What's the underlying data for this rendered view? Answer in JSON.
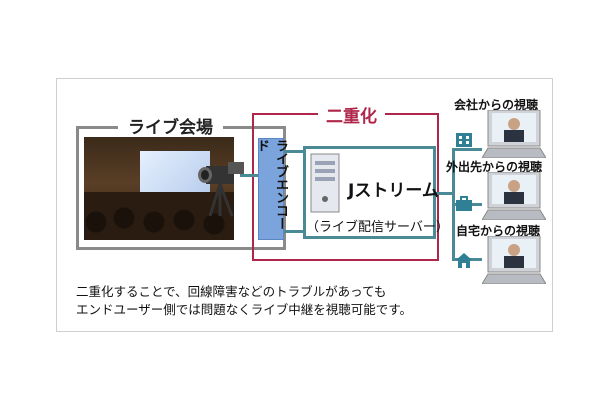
{
  "venue": {
    "title": "ライブ会場"
  },
  "redundancy": {
    "title": "二重化"
  },
  "encoder": {
    "label": "ライブエンコード"
  },
  "stream": {
    "name": "Jストリーム",
    "sub": "（ライブ配信サーバー）"
  },
  "viewers": [
    {
      "label": "会社からの視聴",
      "icon": "building-icon"
    },
    {
      "label": "外出先からの視聴",
      "icon": "briefcase-icon"
    },
    {
      "label": "自宅からの視聴",
      "icon": "house-icon"
    }
  ],
  "note": {
    "line1": "二重化することで、回線障害などのトラブルがあっても",
    "line2": "エンドユーザー側では問題なくライブ中継を視聴可能です。"
  },
  "colors": {
    "red": "#b0264a",
    "teal": "#4a8a96",
    "encoder": "#7ba3dc",
    "gray": "#8a8a8a"
  }
}
